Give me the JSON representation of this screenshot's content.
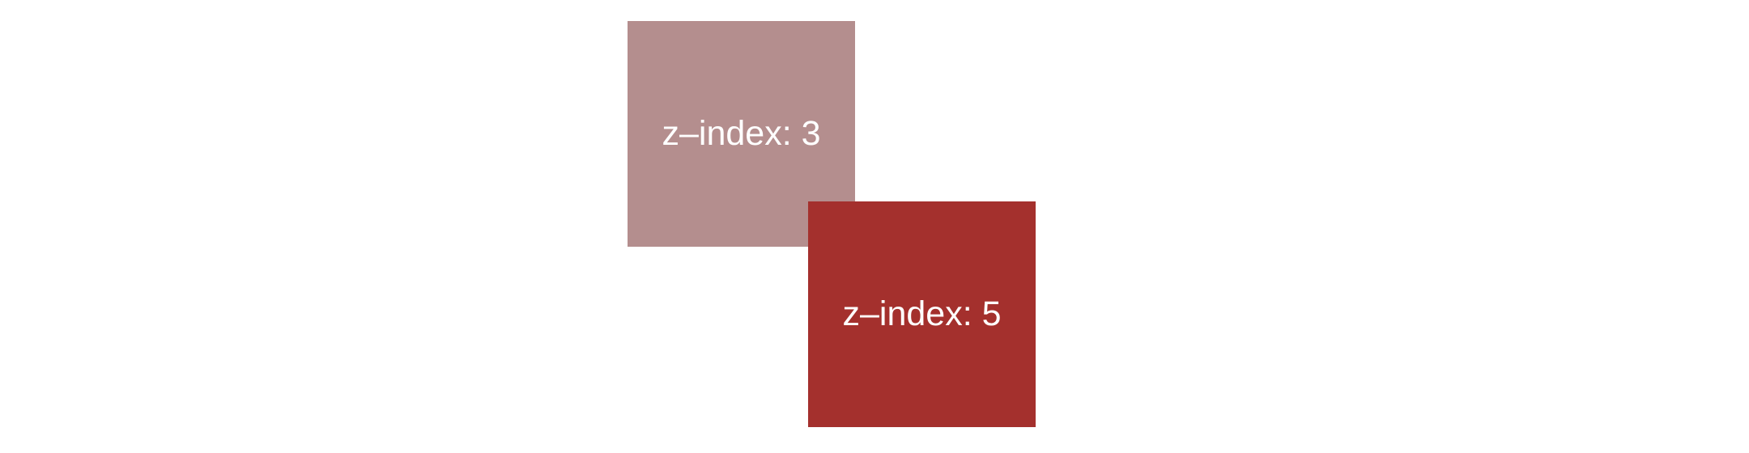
{
  "boxes": {
    "back": {
      "label": "z–index: 3",
      "z_index": 3,
      "color": "#b48e8e"
    },
    "front": {
      "label": "z–index: 5",
      "z_index": 5,
      "color": "#a4302d"
    }
  }
}
